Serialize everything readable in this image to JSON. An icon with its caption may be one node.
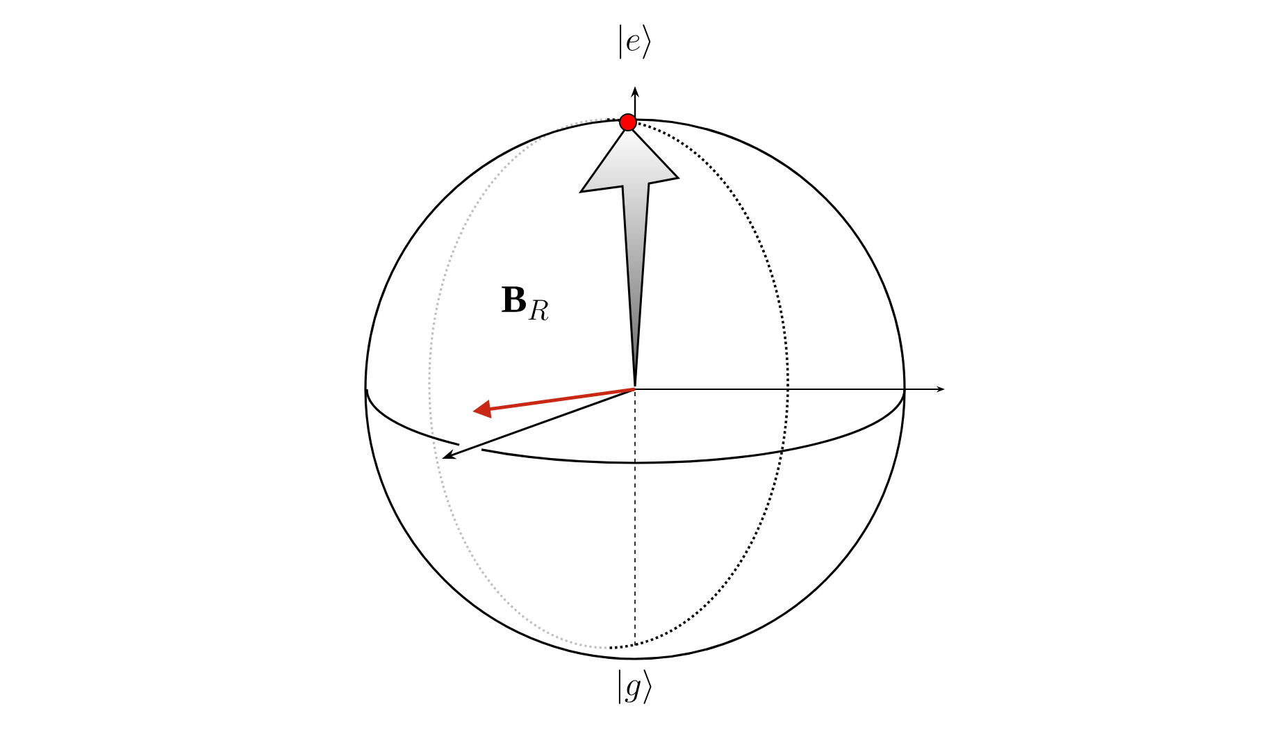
{
  "diagram": {
    "labels": [
      "|e\\rangle",
      "\\mathbf{B}_R",
      "|g\\rangle"
    ]
  }
}
